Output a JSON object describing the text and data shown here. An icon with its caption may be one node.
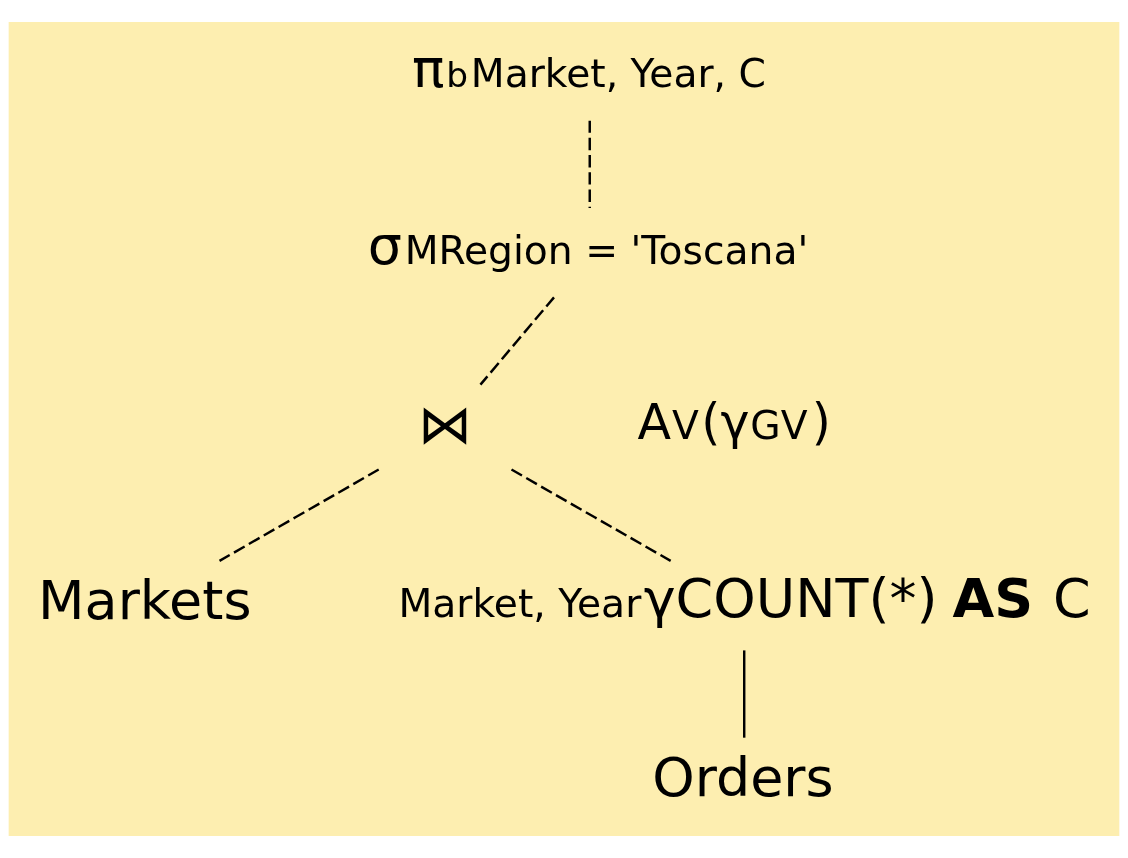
{
  "diagram": {
    "nodes": [
      {
        "text": [
          "π$^{b}$$_{Market, Year, C}$"
        ]
      },
      {
        "text": [
          "σ$_{MRegion = 'Toscana'}$"
        ]
      },
      {
        "text": [
          "⋈"
        ]
      },
      {
        "text": [
          "Markets"
        ]
      },
      {
        "text": [
          "$_{Market, Year}$γCOUNT(*) **AS** C"
        ]
      },
      {
        "text": [
          "Orders"
        ]
      }
    ],
    "edges": [
      {
        "from": 0,
        "to": 1,
        "arrow": "none",
        "style": "dashed"
      },
      {
        "from": 1,
        "to": 2,
        "arrow": "none",
        "style": "dashed"
      },
      {
        "from": 2,
        "to": 3,
        "arrow": "none",
        "style": "dashed"
      },
      {
        "from": 2,
        "to": 4,
        "arrow": "none",
        "style": "dashed"
      },
      {
        "from": 4,
        "to": 5,
        "arrow": "none"
      }
    ],
    "labels": [
      "A$_{V}$(γ$_{GV}$)"
    ]
  }
}
